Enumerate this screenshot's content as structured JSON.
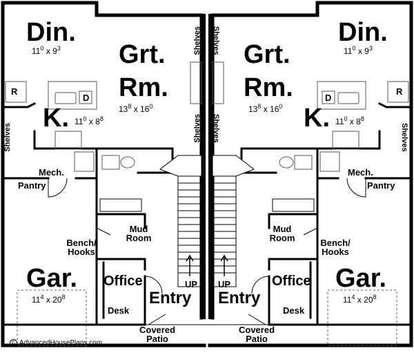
{
  "left_unit": {
    "dining": {
      "label": "Din.",
      "dim_w": "11",
      "dim_w_sup": "0",
      "dim_h": "9",
      "dim_h_sup": "3"
    },
    "great_room": {
      "label_line1": "Grt.",
      "label_line2": "Rm.",
      "dim_w": "13",
      "dim_w_sup": "8",
      "dim_h": "16",
      "dim_h_sup": "0"
    },
    "kitchen": {
      "label": "K.",
      "dim_w": "11",
      "dim_w_sup": "0",
      "dim_h": "8",
      "dim_h_sup": "8"
    },
    "fridge_label": "R",
    "dishwasher_label": "D",
    "shelves_side": "Shelves",
    "shelves_center_top": "Shelves",
    "shelves_center_bottom": "Shelves",
    "mech": "Mech.",
    "pantry": "Pantry",
    "mud_room_line1": "Mud",
    "mud_room_line2": "Room",
    "bench_line1": "Bench/",
    "bench_line2": "Hooks",
    "garage": {
      "label": "Gar.",
      "dim_w": "11",
      "dim_w_sup": "4",
      "dim_h": "20",
      "dim_h_sup": "8"
    },
    "office": "Office",
    "desk": "Desk",
    "entry": "Entry",
    "up": "UP",
    "covered_line1": "Covered",
    "covered_line2": "Patio"
  },
  "right_unit": {
    "dining": {
      "label": "Din.",
      "dim_w": "11",
      "dim_w_sup": "0",
      "dim_h": "9",
      "dim_h_sup": "3"
    },
    "great_room": {
      "label_line1": "Grt.",
      "label_line2": "Rm.",
      "dim_w": "13",
      "dim_w_sup": "8",
      "dim_h": "16",
      "dim_h_sup": "0"
    },
    "kitchen": {
      "label": "K.",
      "dim_w": "11",
      "dim_w_sup": "0",
      "dim_h": "8",
      "dim_h_sup": "8"
    },
    "fridge_label": "R",
    "dishwasher_label": "D",
    "shelves_side": "Shelves",
    "shelves_center_top": "Shelves",
    "shelves_center_bottom": "Shelves",
    "mech": "Mech.",
    "pantry": "Pantry",
    "mud_room_line1": "Mud",
    "mud_room_line2": "Room",
    "bench_line1": "Bench/",
    "bench_line2": "Hooks",
    "garage": {
      "label": "Gar.",
      "dim_w": "11",
      "dim_w_sup": "4",
      "dim_h": "20",
      "dim_h_sup": "8"
    },
    "office": "Office",
    "desk": "Desk",
    "entry": "Entry",
    "up": "UP",
    "covered_line1": "Covered",
    "covered_line2": "Patio"
  },
  "credit": "AdvancedHousePlans.com",
  "colors": {
    "wall": "#000000",
    "background": "#ffffff",
    "fixture": "#555555"
  }
}
